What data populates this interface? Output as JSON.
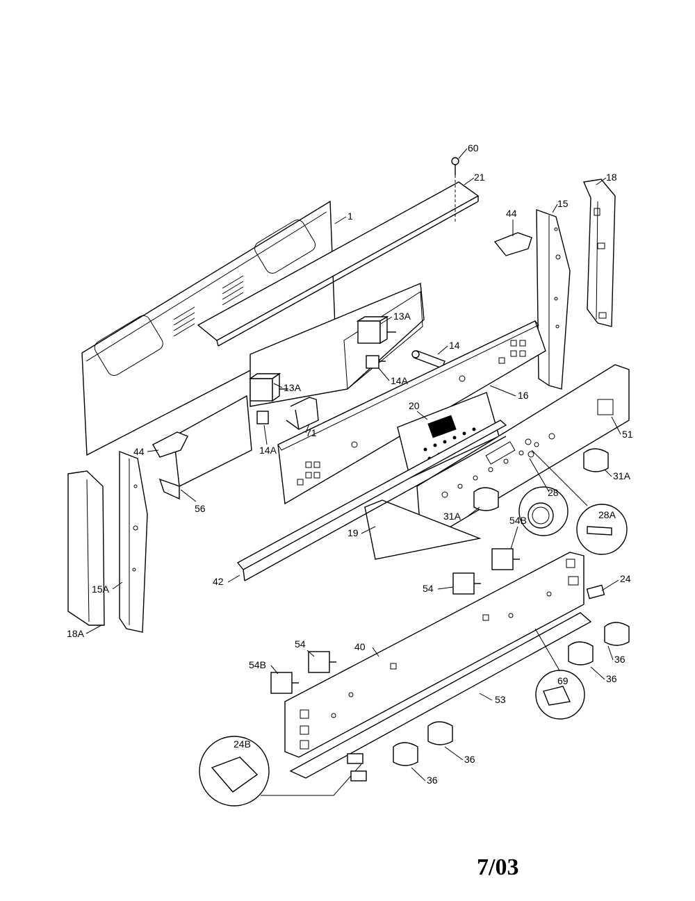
{
  "footer": {
    "date": "7/03"
  },
  "callouts": [
    {
      "id": "c60",
      "text": "60"
    },
    {
      "id": "c21",
      "text": "21"
    },
    {
      "id": "c1",
      "text": "1"
    },
    {
      "id": "c18",
      "text": "18"
    },
    {
      "id": "c15",
      "text": "15"
    },
    {
      "id": "c44a",
      "text": "44"
    },
    {
      "id": "c13a1",
      "text": "13A"
    },
    {
      "id": "c14",
      "text": "14"
    },
    {
      "id": "c14a1",
      "text": "14A"
    },
    {
      "id": "c16",
      "text": "16"
    },
    {
      "id": "c13a2",
      "text": "13A"
    },
    {
      "id": "c20",
      "text": "20"
    },
    {
      "id": "c51",
      "text": "51"
    },
    {
      "id": "c71",
      "text": "71"
    },
    {
      "id": "c14a2",
      "text": "14A"
    },
    {
      "id": "c44b",
      "text": "44"
    },
    {
      "id": "c31a1",
      "text": "31A"
    },
    {
      "id": "c28",
      "text": "28"
    },
    {
      "id": "c28a",
      "text": "28A"
    },
    {
      "id": "c56",
      "text": "56"
    },
    {
      "id": "c31a2",
      "text": "31A"
    },
    {
      "id": "c54b1",
      "text": "54B"
    },
    {
      "id": "c19",
      "text": "19"
    },
    {
      "id": "c42",
      "text": "42"
    },
    {
      "id": "c15a",
      "text": "15A"
    },
    {
      "id": "c54a",
      "text": "54"
    },
    {
      "id": "c24",
      "text": "24"
    },
    {
      "id": "c18a",
      "text": "18A"
    },
    {
      "id": "c54c",
      "text": "54"
    },
    {
      "id": "c40",
      "text": "40"
    },
    {
      "id": "c36a",
      "text": "36"
    },
    {
      "id": "c54b2",
      "text": "54B"
    },
    {
      "id": "c36b",
      "text": "36"
    },
    {
      "id": "c69",
      "text": "69"
    },
    {
      "id": "c53",
      "text": "53"
    },
    {
      "id": "c24b",
      "text": "24B"
    },
    {
      "id": "c36c",
      "text": "36"
    },
    {
      "id": "c36d",
      "text": "36"
    }
  ]
}
